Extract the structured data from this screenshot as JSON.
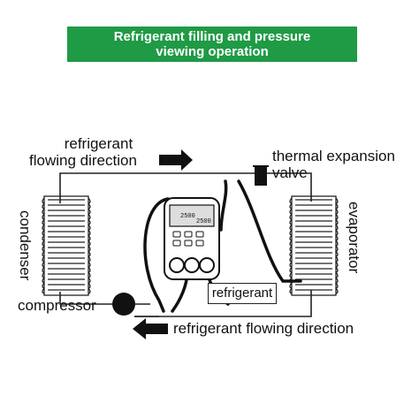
{
  "title": {
    "line1": "Refrigerant filling and pressure",
    "line2": "viewing operation"
  },
  "labels": {
    "flow_top_line1": "refrigerant",
    "flow_top_line2": "flowing direction",
    "valve_line1": "thermal expansion",
    "valve_line2": "valve",
    "condenser": "condenser",
    "evaporator": "evaporator",
    "compressor": "compressor",
    "refrigerant": "refrigerant",
    "flow_bottom": "refrigerant flowing direction"
  },
  "meter_display": {
    "left_value": "2500",
    "right_value": "2500"
  },
  "colors": {
    "banner": "#1f9a45",
    "banner_text": "#ffffff",
    "line": "#222222"
  }
}
